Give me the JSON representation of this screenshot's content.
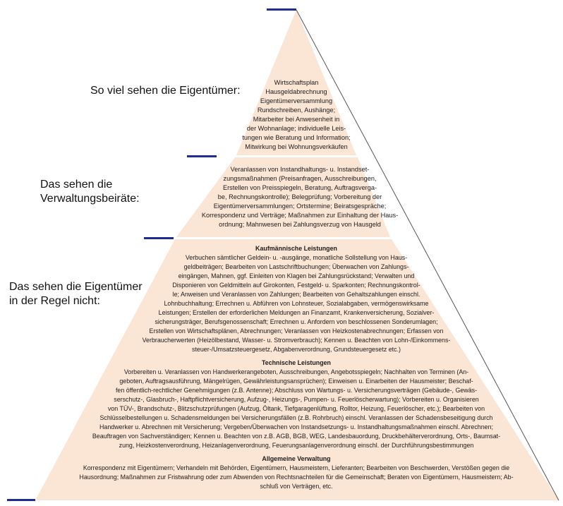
{
  "colors": {
    "tier_fill": "#fbe5d5",
    "separator": "#ffffff",
    "marker": "#1f2d8f",
    "outline": "#555555"
  },
  "labels": {
    "owners_see": "So viel sehen die Eigentümer:",
    "board_see": [
      "Das sehen die",
      "Verwaltungsbeiräte:"
    ],
    "owners_dont_see": [
      "Das sehen die Eigentümer",
      "in der Regel nicht:"
    ]
  },
  "tier1": {
    "lines": [
      "Wirtschaftsplan",
      "Hausgeldabrechnung",
      "Eigentümerversammlung",
      "Rundschreiben, Aushänge;",
      "Mitarbeiter bei Anwesenheit in",
      "der Wohnanlage; individuelle Leis-",
      "tungen wie Beratung und Information;",
      "Mitwirkung bei Wohnungsverkäufen"
    ]
  },
  "tier2": {
    "lines": [
      "Veranlassen von Instandhaltungs- u. Instandset-",
      "zungsmaßnahmen (Preisanfragen, Ausschreibungen,",
      "Erstellen von Preisspiegeln, Beratung, Auftragsverga-",
      "be, Rechnungskontrolle); Belegprüfung; Vorbereitung der",
      "Eigentümerversammlungen; Ortstermine; Beiratsgespräche;",
      "Korrespondenz und Verträge; Maßnahmen zur Einhaltung der Haus-",
      "ordnung; Mahnwesen bei Zahlungsverzug von Hausgeld"
    ]
  },
  "tier3": {
    "sections": [
      {
        "heading": "Kaufmännische Leistungen",
        "lines": [
          "Verbuchen sämtlicher Geldein- u. -ausgänge, monatliche Sollstellung von Haus-",
          "geldbeiträgen; Bearbeiten von Lastschriftbuchungen; Überwachen von Zahlungs-",
          "eingängen, Mahnen, ggf. Einleiten von Klagen bei Zahlungsrückstand; Verwalten und",
          "Disponieren von Geldmitteln auf Girokonten, Festgeld- u. Sparkonten; Rechnungskontrol-",
          "le; Anweisen und Veranlassen von Zahlungen; Bearbeiten von Gehaltszahlungen einschl.",
          "Lohnbuchhaltung; Errechnen u. Abführen von Lohnsteuer, Sozialabgaben, vermögenswirksame",
          "Leistungen; Erstellen der erforderlichen Meldungen an Finanzamt, Krankenversicherung, Sozialver-",
          "sicherungsträger, Berufsgenossenschaft; Errechnen u. Anfordern von beschlossenen Sonderumlagen;",
          "Erstellen von Wirtschaftsplänen, Abrechnungen; Veranlassen von Heizkostenabrechnungen; Erfassen von",
          "Verbraucherwerten (Heizölbestand, Wasser- u. Stromverbrauch); Kennen u. Beachten von Lohn-/Einkommens-",
          "steuer-/Umsatzsteuergesetz, Abgabenverordnung, Grundsteuergesetz etc.)"
        ]
      },
      {
        "heading": "Technische Leistungen",
        "lines": [
          "Vorbereiten u. Veranlassen von Handwerkerangeboten, Ausschreibungen, Angebotsspiegeln; Nachhalten von Terminen (An-",
          "geboten, Auftragsausführung, Mängelrügen, Gewährleistungsansprüchen); Einweisen u. Einarbeiten der Hausmeister; Beschaf-",
          "fen öffentlich-rechtlicher Genehmigungen (z.B. Antenne); Abschluss von Wartungs- u. Versicherungsverträgen (Gebäude-, Gewäs-",
          "serschutz-, Glasbruch-, Haftpflichtversicherung, Aufzug-, Heizungs-, Pumpen- u. Feuerlöscherwartung); Vorbereiten u. Organisieren",
          "von TÜV-, Brandschutz-, Blitzschutzprüfungen (Aufzug, Öltank, Tiefgaragenlüftung, Rolltor, Heizung, Feuerlöscher, etc.); Bearbeiten von",
          "Schlüsselbestellungen u. Schadensmeldungen bei Versicherungsfällen (z.B. Rohrbruch) einschl. Veranlassen der Schadensbeseitigung durch",
          "Handwerker u. Abrechnen mit Versicherung; Vergeben/Überwachen von Instandsetzungs- u. Instandhaltungsmaßnahmen einschl. Abrechnen;",
          "Beauftragen von Sachverständigen; Kennen u. Beachten von z.B. AGB, BGB, WEG, Landesbauordung, Druckbehälterverordnung, Orts-, Baumsat-",
          "zung, Heizkostenverordnung, Heizanlagenverordnung, Feuerungsanlagenverordnung einschl. der Durchführungsbestimmungen"
        ]
      },
      {
        "heading": "Allgemeine Verwaltung",
        "lines": [
          "Korrespondenz mit Eigentümern; Verhandeln mit Behörden, Eigentümern, Hausmeistern, Lieferanten; Bearbeiten von Beschwerden, Verstößen gegen die",
          "Hausordnung; Maßnahmen zur Fristwahrung oder zum Abwenden von Rechtsnachteilen für die Gemeinschaft; Beraten von Eigentümern, Hausmeistern; Ab-",
          "schluß von Verträgen, etc."
        ]
      }
    ]
  }
}
